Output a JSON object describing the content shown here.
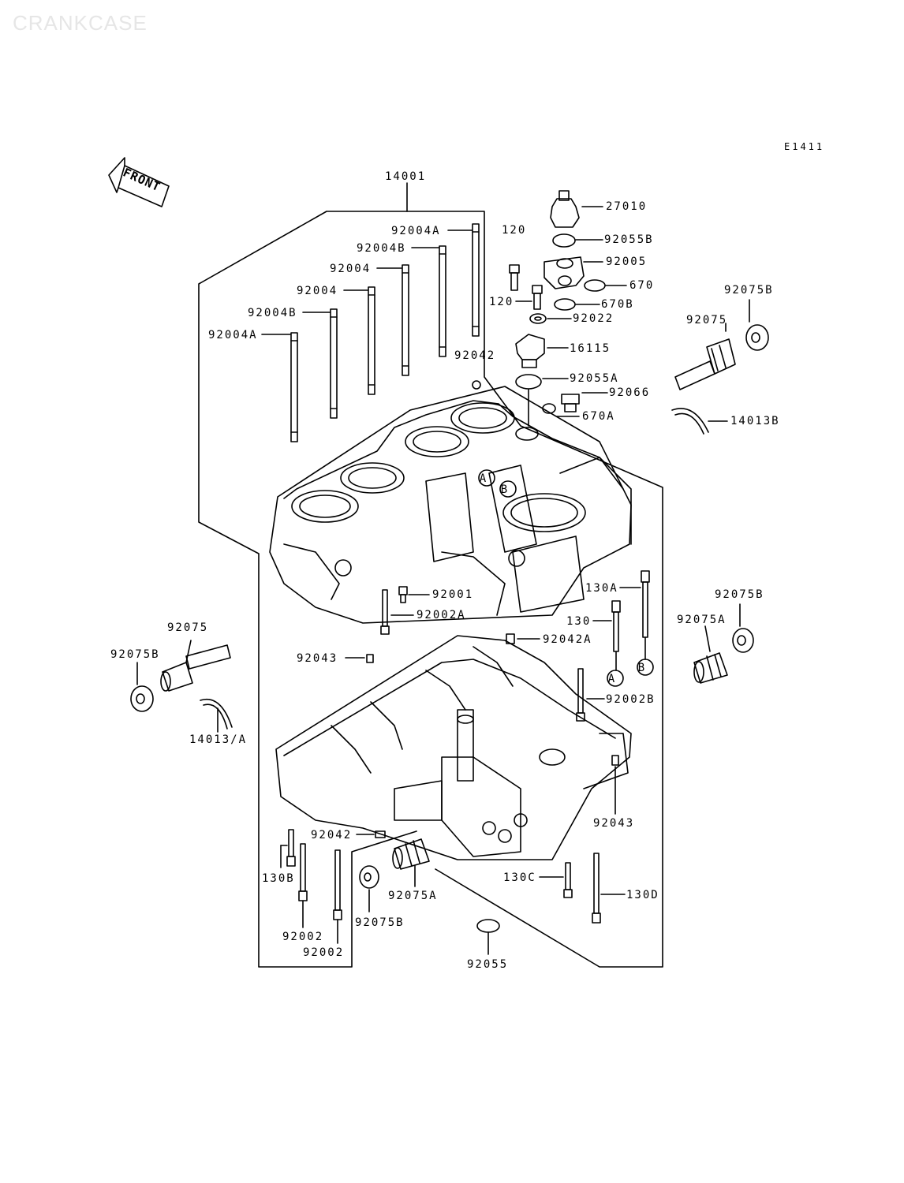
{
  "title": "CRANKCASE",
  "figure_code": "E1411",
  "front_label": "FRONT",
  "labels": {
    "l14001": "14001",
    "l27010": "27010",
    "l92055B": "92055B",
    "l92005": "92005",
    "l670": "670",
    "l670B": "670B",
    "l92022": "92022",
    "l16115": "16115",
    "l92055A": "92055A",
    "l92066": "92066",
    "l670A": "670A",
    "l120a": "120",
    "l120b": "120",
    "l92004A_a": "92004A",
    "l92004B_a": "92004B",
    "l92004_a": "92004",
    "l92004_b": "92004",
    "l92004B_b": "92004B",
    "l92004A_b": "92004A",
    "l92042_a": "92042",
    "l92075B_a": "92075B",
    "l92075_a": "92075",
    "l14013B": "14013B",
    "l92001": "92001",
    "l92002A": "92002A",
    "l130A": "130A",
    "l130": "130",
    "l92075B_b": "92075B",
    "l92075A_a": "92075A",
    "l92042A": "92042A",
    "l92043_a": "92043",
    "circA": "A",
    "circB": "B",
    "circA2": "A",
    "circB2": "B",
    "l92075_b": "92075",
    "l92075B_c": "92075B",
    "l14013A": "14013/A",
    "l92002B": "92002B",
    "l92043_b": "92043",
    "l92042_b": "92042",
    "l130B": "130B",
    "l92075A_b": "92075A",
    "l92075B_d": "92075B",
    "l92002_a": "92002",
    "l92002_b": "92002",
    "l130C": "130C",
    "l130D": "130D",
    "l92055": "92055"
  }
}
